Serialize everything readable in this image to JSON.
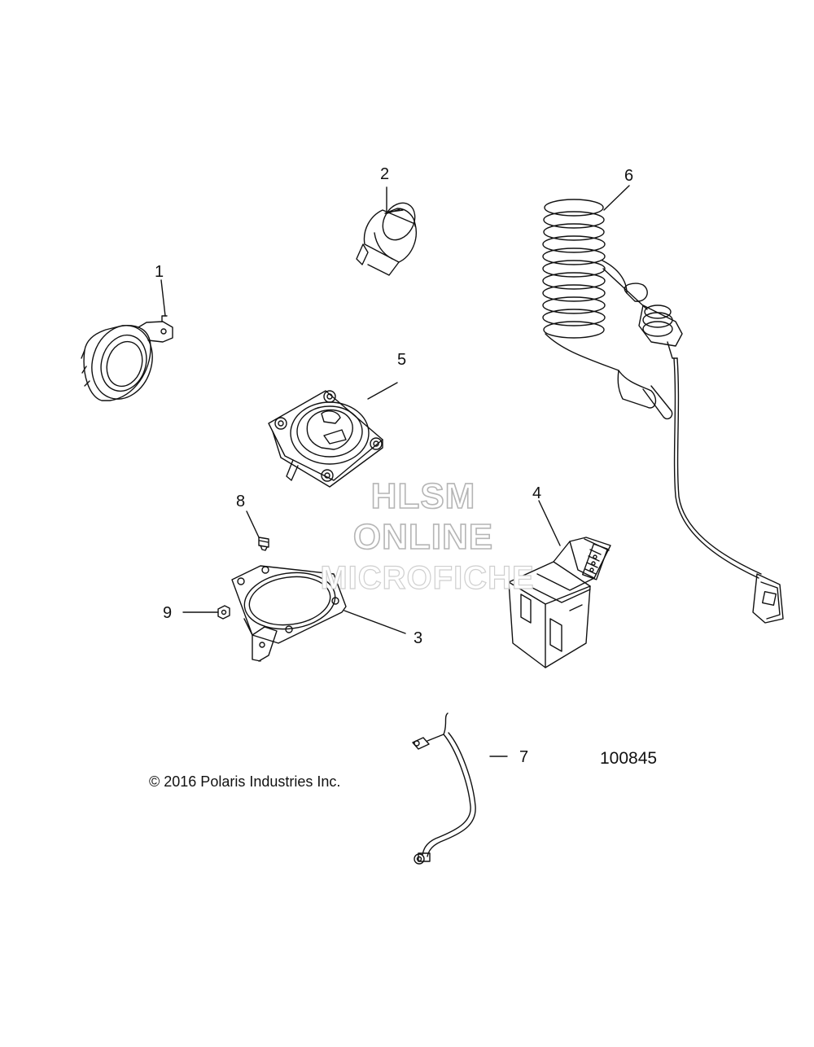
{
  "callouts": {
    "c1": "1",
    "c2": "2",
    "c3": "3",
    "c4": "4",
    "c5": "5",
    "c6": "6",
    "c7": "7",
    "c8": "8",
    "c9": "9"
  },
  "copyright": "© 2016 Polaris Industries Inc.",
  "drawing_number": "100845",
  "watermark": {
    "line1": "HLSM",
    "line2": "ONLINE",
    "line3": "MICROFICHE"
  },
  "colors": {
    "line": "#111111",
    "watermark_outline": "#b5b5b5",
    "background": "#ffffff"
  }
}
